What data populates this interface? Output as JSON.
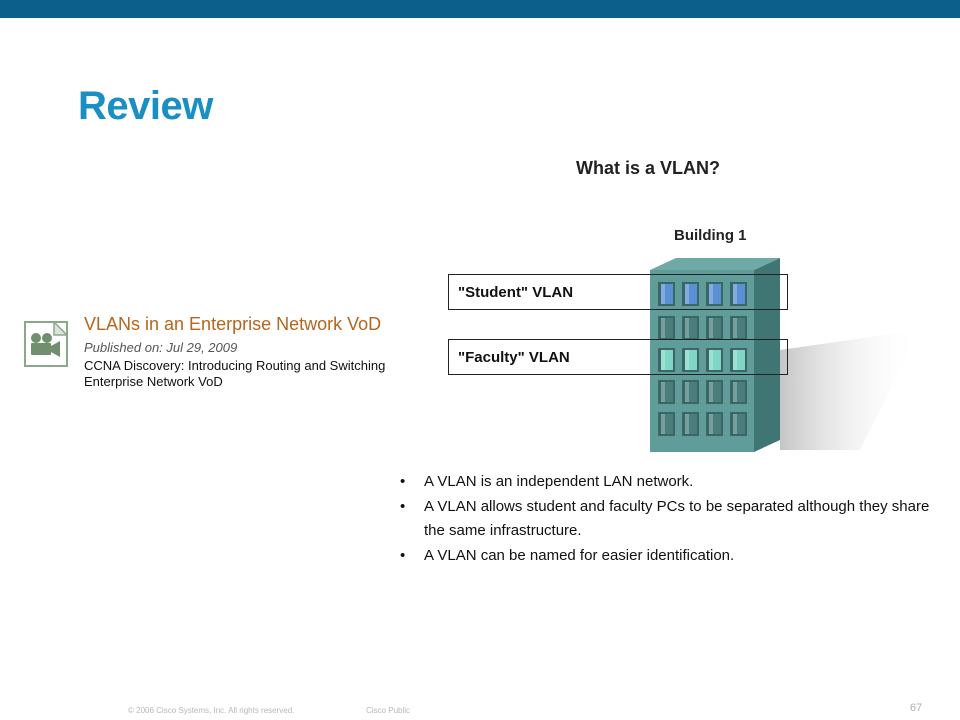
{
  "slide": {
    "title": "Review"
  },
  "video": {
    "icon": "video-camera-icon",
    "title": "VLANs in an Enterprise Network VoD",
    "published": "Published on: Jul 29, 2009",
    "description_line1": "CCNA Discovery: Introducing Routing and Switching",
    "description_line2": "Enterprise Network VoD"
  },
  "diagram": {
    "question": "What is a VLAN?",
    "building_label": "Building 1",
    "vlans": [
      {
        "label": "\"Student\" VLAN",
        "window_color": "#5b8fd6"
      },
      {
        "label": "\"Faculty\" VLAN",
        "window_color": "#7fd6c4"
      }
    ],
    "building_color": "#5f9c9a"
  },
  "bullets": [
    "A VLAN is an independent LAN network.",
    "A VLAN allows student and faculty PCs to be separated although they share the same infrastructure.",
    "A VLAN can be named for easier identification."
  ],
  "footer": {
    "copyright": "© 2006 Cisco Systems, Inc. All rights reserved.",
    "classification": "Cisco Public",
    "page_number": "67"
  },
  "colors": {
    "top_bar": "#0b5f8a",
    "title": "#1a8fc4",
    "video_title": "#b5651d"
  }
}
